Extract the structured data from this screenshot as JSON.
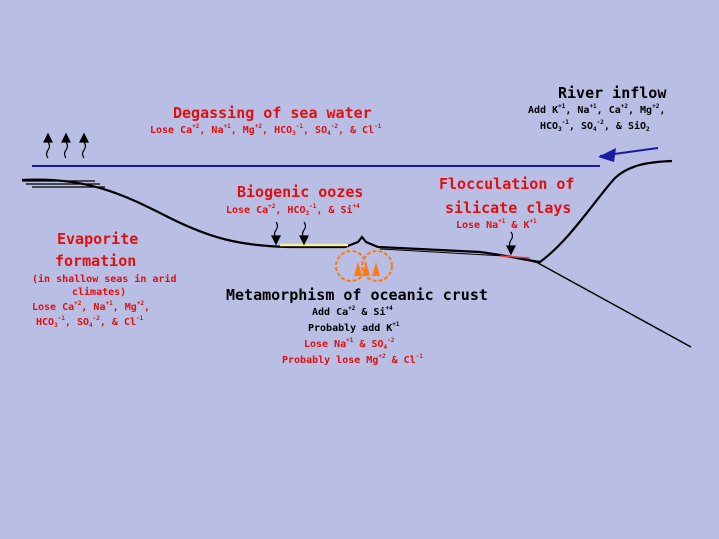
{
  "labels": {
    "degassing": {
      "title": "Degassing of sea water",
      "detail": "Lose Ca<sup>+2</sup>, Na<sup>+1</sup>, Mg<sup>+2</sup>, HCO<sub>3</sub><sup>-1</sup>, SO<sub>4</sub><sup>-2</sup>, &amp; Cl<sup>-1</sup>"
    },
    "river": {
      "title": "River inflow",
      "detail_line1": "Add K<sup>+1</sup>, Na<sup>+1</sup>, Ca<sup>+2</sup>, Mg<sup>+2</sup>,",
      "detail_line2": "HCO<sub>3</sub><sup>-1</sup>, SO<sub>4</sub><sup>-2</sup>, &amp; SiO<sub>2</sub>"
    },
    "biogenic": {
      "title": "Biogenic oozes",
      "detail": "Lose Ca<sup>+2</sup>, HCO<sub>3</sub><sup>-1</sup>, &amp; Si<sup>+4</sup>"
    },
    "flocculation": {
      "title_line1": "Flocculation of",
      "title_line2": "silicate clays",
      "detail": "Lose Na<sup>+1</sup> &amp; K<sup>+1</sup>"
    },
    "evaporite": {
      "title_line1": "Evaporite",
      "title_line2": "formation",
      "detail_line1": "(in shallow seas in arid",
      "detail_line2": "climates)",
      "detail_line3": "Lose Ca<sup>+2</sup>, Na<sup>+1</sup>, Mg<sup>+2</sup>,",
      "detail_line4": "HCO<sub>3</sub><sup>-1</sup>, SO<sub>4</sub><sup>-2</sup>, &amp; Cl<sup>-1</sup>"
    },
    "metamorphism": {
      "title": "Metamorphism of oceanic crust",
      "line1": "Add Ca<sup>+2</sup> &amp; Si<sup>+4</sup>",
      "line2": "Probably add K<sup>+1</sup>",
      "line3": "Lose Na<sup>+1</sup> &amp; SO<sub>4</sub><sup>-2</sup>",
      "line4": "Probably lose Mg<sup>+2</sup> &amp; Cl<sup>-1</sup>"
    }
  },
  "colors": {
    "background": "#b8bee4",
    "sea_surface": "#1a1aa0",
    "seafloor": "#000000",
    "heading_red": "#e01010",
    "ooze_layer": "#f5f0a0",
    "vent": "#ff7a10",
    "clay_layer": "#e04040"
  }
}
